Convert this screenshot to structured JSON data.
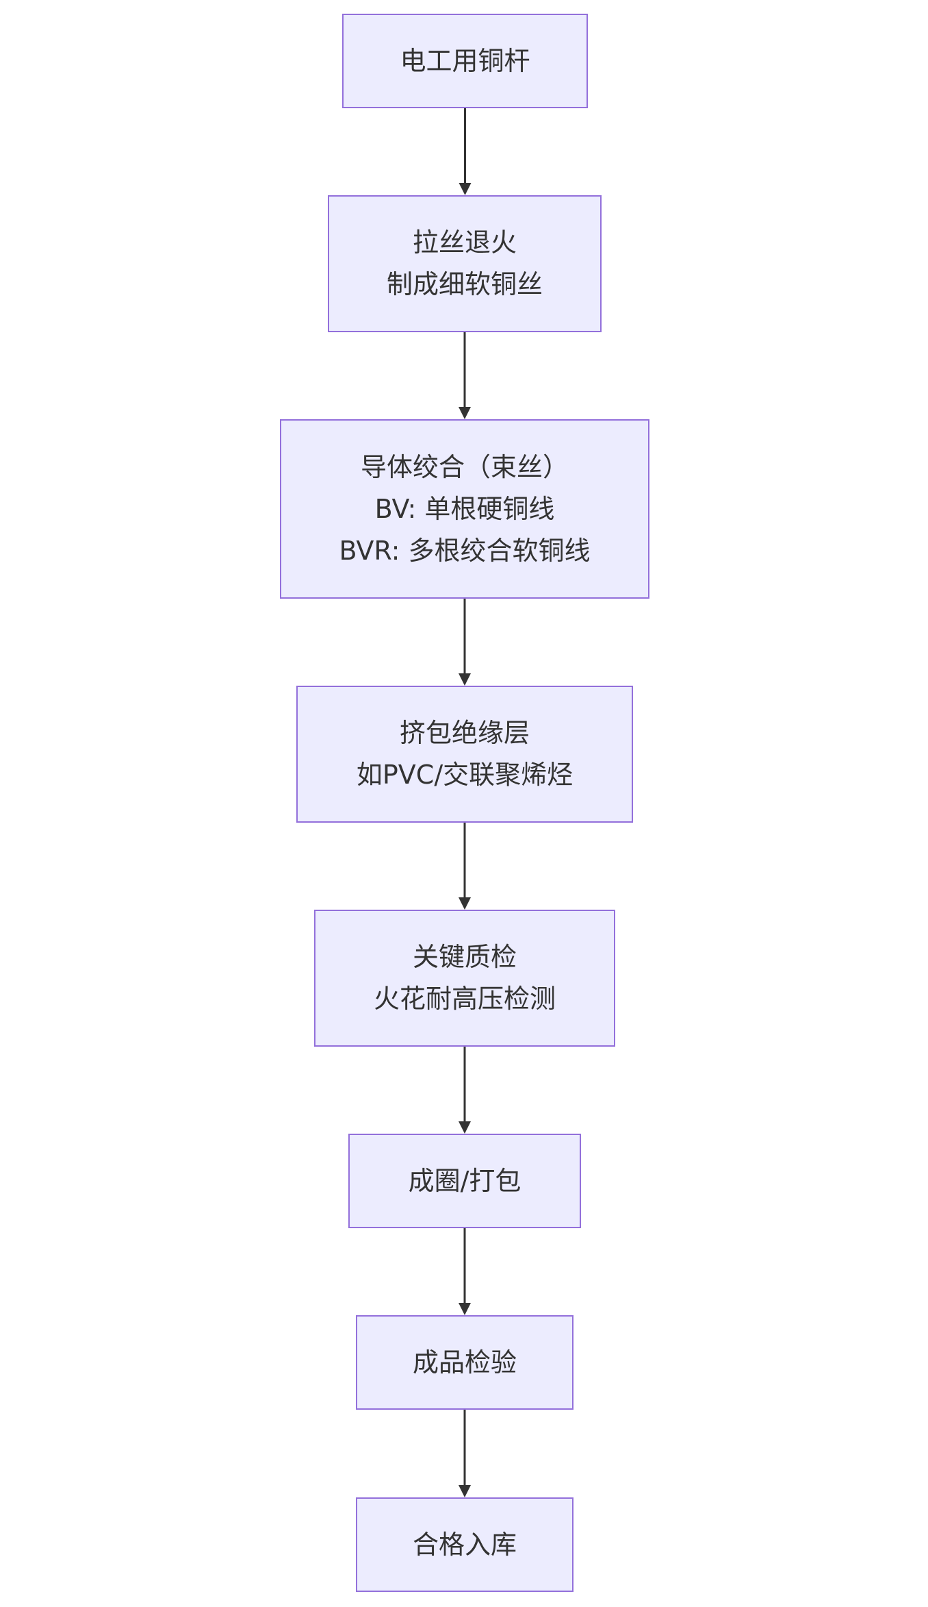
{
  "diagram": {
    "type": "flowchart",
    "direction": "top-to-bottom",
    "colors": {
      "node_fill": "#ececfe",
      "node_border": "#9370db",
      "text": "#333333",
      "edge": "#333333"
    },
    "nodes": [
      {
        "id": "n1",
        "lines": [
          "电工用铜杆"
        ]
      },
      {
        "id": "n2",
        "lines": [
          "拉丝退火",
          "制成细软铜丝"
        ]
      },
      {
        "id": "n3",
        "lines": [
          "导体绞合（束丝）",
          "BV: 单根硬铜线",
          "BVR: 多根绞合软铜线"
        ]
      },
      {
        "id": "n4",
        "lines": [
          "挤包绝缘层",
          "如PVC/交联聚烯烃"
        ]
      },
      {
        "id": "n5",
        "lines": [
          "关键质检",
          "火花耐高压检测"
        ]
      },
      {
        "id": "n6",
        "lines": [
          "成圈/打包"
        ]
      },
      {
        "id": "n7",
        "lines": [
          "成品检验"
        ]
      },
      {
        "id": "n8",
        "lines": [
          "合格入库"
        ]
      }
    ],
    "edges": [
      {
        "from": "n1",
        "to": "n2"
      },
      {
        "from": "n2",
        "to": "n3"
      },
      {
        "from": "n3",
        "to": "n4"
      },
      {
        "from": "n4",
        "to": "n5"
      },
      {
        "from": "n5",
        "to": "n6"
      },
      {
        "from": "n6",
        "to": "n7"
      },
      {
        "from": "n7",
        "to": "n8"
      }
    ]
  }
}
